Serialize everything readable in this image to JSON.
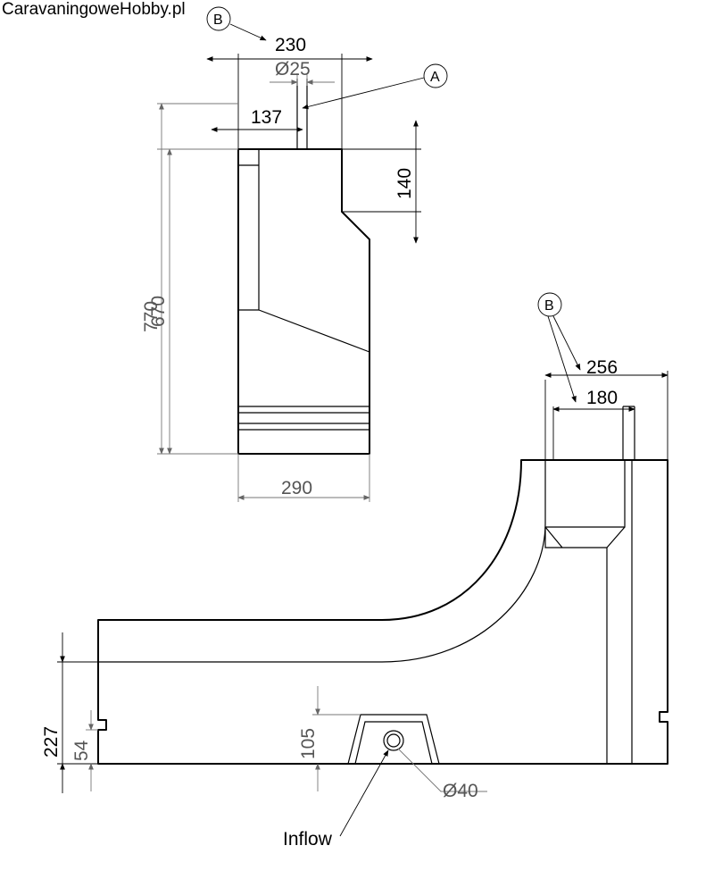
{
  "watermark": "CaravaningoweHobby.pl",
  "callouts": {
    "b_top": "B",
    "a": "A",
    "b_right": "B"
  },
  "dimensions": {
    "top_width": "230",
    "pipe_diameter": "Ø25",
    "pipe_offset": "137",
    "step_height": "140",
    "height_770": "770",
    "height_670": "670",
    "bottom_width": "290",
    "right_width_256": "256",
    "right_width_180": "180",
    "base_height": "227",
    "slot_height": "54",
    "inlet_height": "105",
    "inlet_diameter": "Ø40"
  },
  "labels": {
    "inflow": "Inflow"
  }
}
